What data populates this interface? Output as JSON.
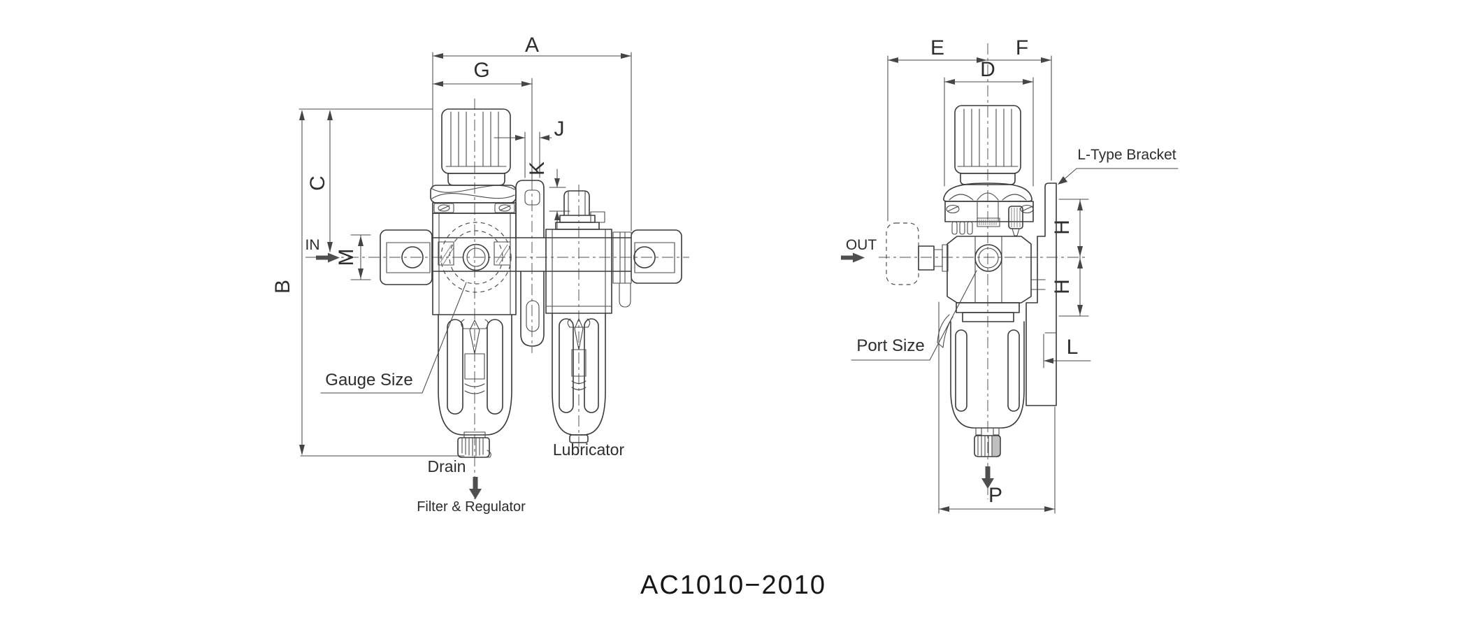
{
  "title": "AC1010−2010",
  "colors": {
    "line": "#3a3a3a",
    "dimension": "#4a4a4a",
    "text": "#2d2d2d",
    "flow_arrow": "#4f4f4f",
    "shade": "#bfbfbf",
    "background": "#ffffff"
  },
  "front_view": {
    "dims": {
      "A": "A",
      "G": "G",
      "J": "J",
      "K": "K",
      "C": "C",
      "M": "M",
      "B": "B"
    },
    "flow_in": "IN",
    "callouts": {
      "gauge_size": "Gauge Size",
      "drain": "Drain",
      "filter_regulator": "Filter & Regulator",
      "lubricator": "Lubricator"
    }
  },
  "side_view": {
    "dims": {
      "E": "E",
      "F": "F",
      "D": "D",
      "H_upper": "H",
      "H_lower": "H",
      "L": "L",
      "P": "P"
    },
    "flow_out": "OUT",
    "callouts": {
      "l_type_bracket": "L-Type Bracket",
      "port_size": "Port Size"
    }
  }
}
